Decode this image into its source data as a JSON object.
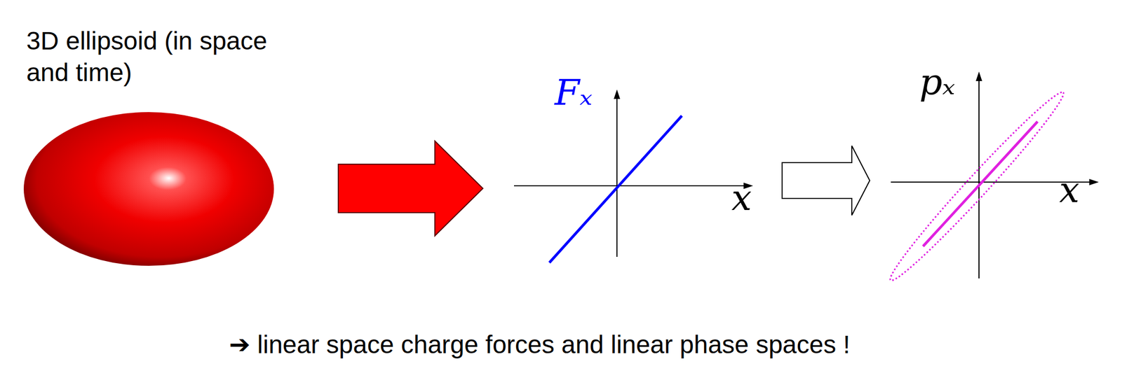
{
  "diagram": {
    "nodes": [
      {
        "text": [
          "3D ellipsoid (in space and time)"
        ]
      },
      {
        "text": [
          "Fₓ",
          "x"
        ]
      },
      {
        "text": [
          "pₓ",
          "x"
        ]
      }
    ],
    "edges": [
      {
        "from": 0,
        "to": 1,
        "arrow": "to"
      },
      {
        "from": 1,
        "to": 2,
        "arrow": "to"
      }
    ],
    "labels": [
      "➔ linear space charge forces and linear phase spaces !"
    ]
  }
}
